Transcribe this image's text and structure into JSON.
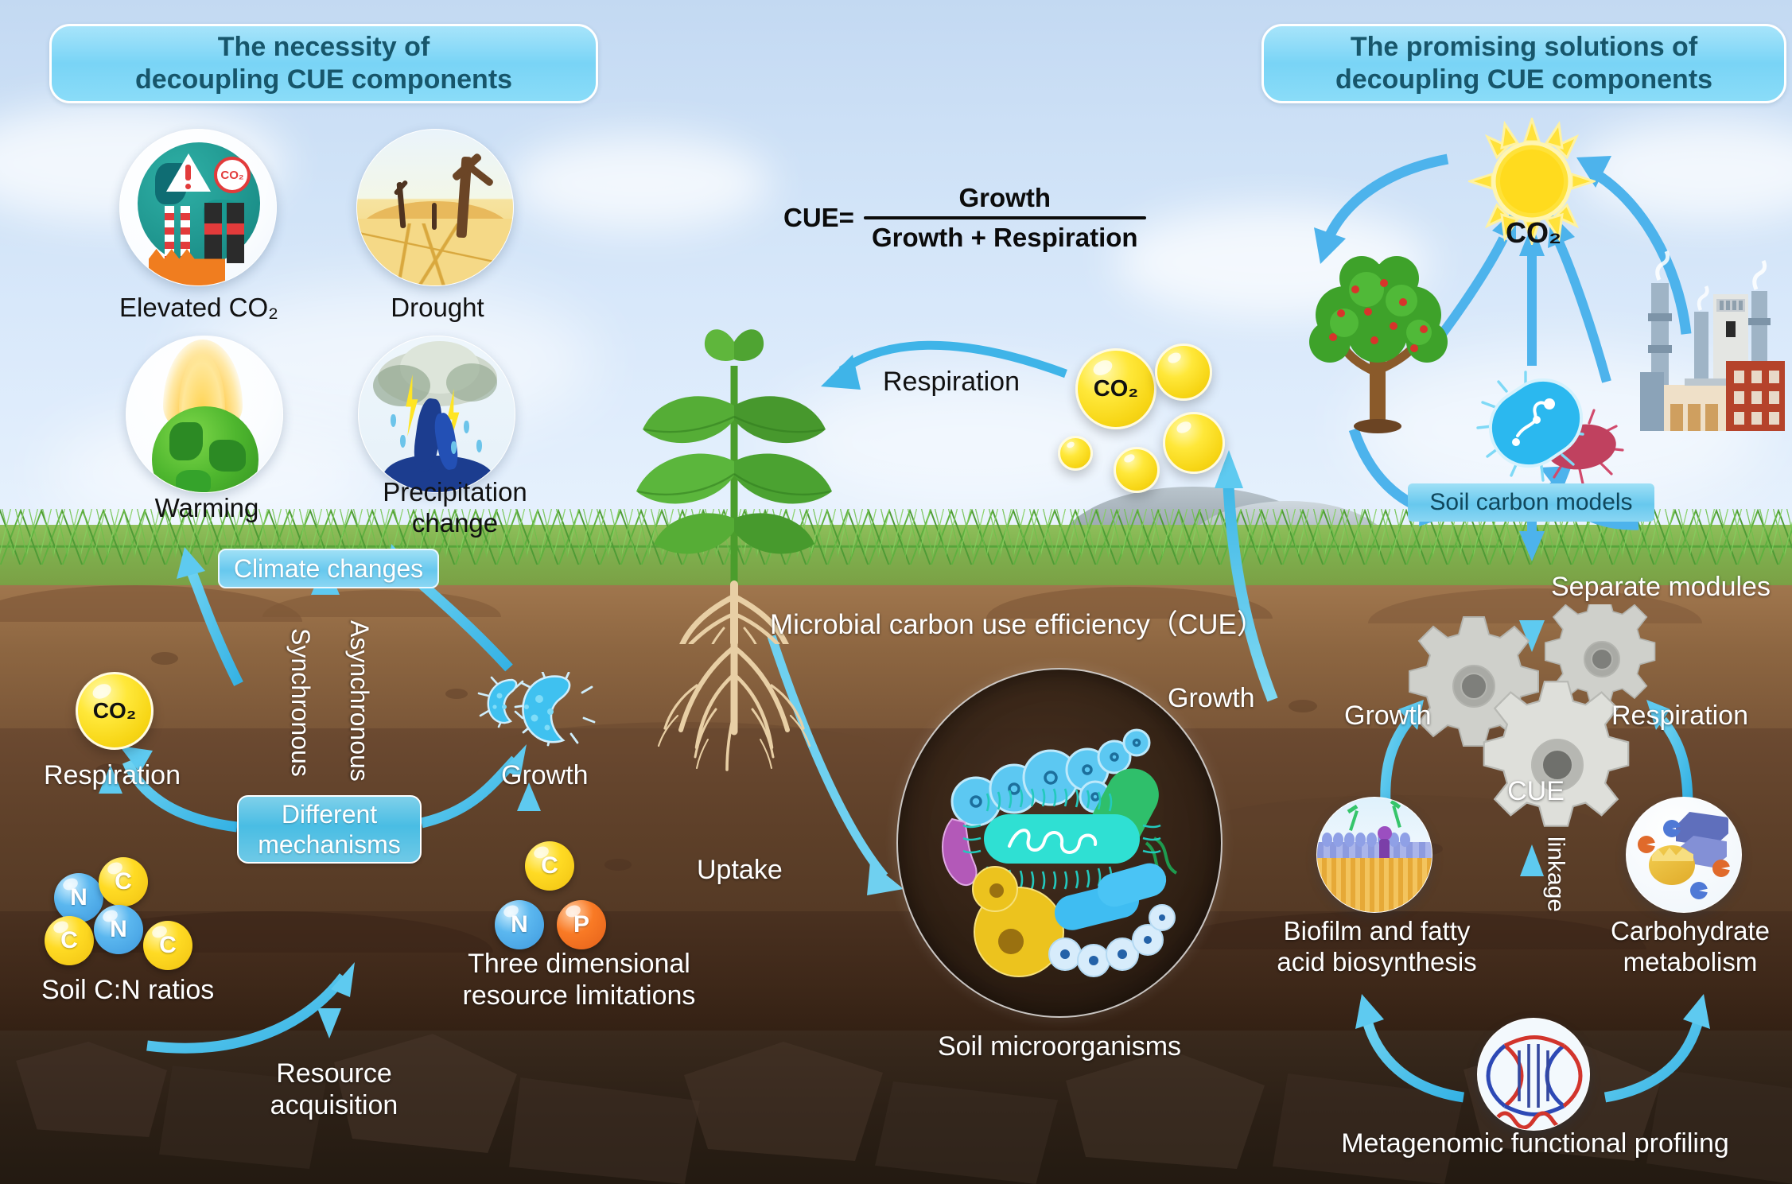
{
  "panels": {
    "left_title": "The necessity of\ndecoupling CUE components",
    "left_title_line1": "The necessity of",
    "left_title_line2": "decoupling CUE components",
    "right_title_line1": "The promising solutions of",
    "right_title_line2": "decoupling CUE components"
  },
  "formula": {
    "lhs": "CUE=",
    "numerator": "Growth",
    "denominator": "Growth + Respiration"
  },
  "drivers": [
    {
      "label": "Elevated CO₂",
      "icon": "factory-globe-co2-icon"
    },
    {
      "label": "Drought",
      "icon": "cracked-desert-icon"
    },
    {
      "label": "Warming",
      "icon": "burning-globe-icon"
    },
    {
      "label": "Precipitation\nchange",
      "icon": "storm-flood-icon"
    }
  ],
  "driver_labels": {
    "elevated_co2": "Elevated CO₂",
    "drought": "Drought",
    "warming": "Warming",
    "precipitation_line1": "Precipitation",
    "precipitation_line2": "change"
  },
  "left_flow": {
    "climate_changes": "Climate changes",
    "synchronous": "Synchronous",
    "asynchronous": "Asynchronous",
    "different_mechanisms_line1": "Different",
    "different_mechanisms_line2": "mechanisms",
    "co2_bubble": "CO₂",
    "respiration": "Respiration",
    "soil_cn_ratios": "Soil C:N ratios",
    "growth": "Growth",
    "resource_acquisition_line1": "Resource",
    "resource_acquisition_line2": "acquisition",
    "three_dim_line1": "Three dimensional",
    "three_dim_line2": "resource limitations",
    "bead_c": "C",
    "bead_n": "N",
    "bead_p": "P"
  },
  "cn_beads": [
    {
      "label": "N",
      "type": "n"
    },
    {
      "label": "C",
      "type": "c"
    },
    {
      "label": "C",
      "type": "c"
    },
    {
      "label": "N",
      "type": "n"
    },
    {
      "label": "C",
      "type": "c"
    }
  ],
  "center": {
    "respiration": "Respiration",
    "co2": "CO₂",
    "title": "Microbial carbon use efficiency（CUE）",
    "uptake": "Uptake",
    "growth": "Growth",
    "soil_microorganisms": "Soil microorganisms"
  },
  "right_flow": {
    "co2": "CO₂",
    "soil_carbon_models": "Soil carbon models",
    "separate_modules": "Separate modules",
    "growth": "Growth",
    "respiration": "Respiration",
    "cue": "CUE",
    "linkage": "linkage",
    "biofilm_line1": "Biofilm and fatty",
    "biofilm_line2": "acid biosynthesis",
    "carbohydrate_line1": "Carbohydrate",
    "carbohydrate_line2": "metabolism",
    "metagenomic": "Metagenomic functional profiling"
  },
  "right_icons": [
    {
      "name": "sun-icon"
    },
    {
      "name": "fruit-tree-icon"
    },
    {
      "name": "bacteria-pair-icon"
    },
    {
      "name": "factory-icon"
    },
    {
      "name": "gears-icon"
    },
    {
      "name": "biofilm-membrane-icon"
    },
    {
      "name": "carbohydrate-molecule-icon"
    },
    {
      "name": "dna-helix-icon"
    }
  ],
  "colors": {
    "sky_top": "#c3d9f2",
    "sky_bottom": "#eef6fe",
    "panel_title_fill": "#79d4f6",
    "panel_title_text": "#17566b",
    "pill_fill": "#49bde4",
    "arrow_blue": "#4fc3f0",
    "arrow_blue_dark": "#2f9fd4",
    "co2_yellow": "#ffe83a",
    "grass_green": "#7fb04e",
    "soil_light": "#8d6641",
    "soil_mid": "#5e4029",
    "soil_dark": "#3e2819",
    "rock_dark": "#2c2016",
    "text_white": "#ffffff",
    "text_dark": "#111111"
  }
}
